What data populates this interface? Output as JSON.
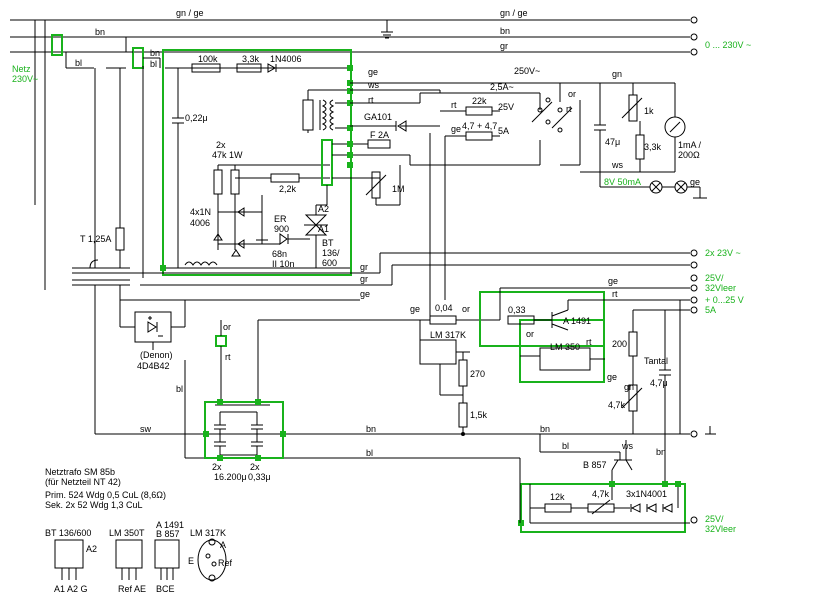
{
  "colors": {
    "wire": "#000000",
    "green": "#19b21c",
    "background": "#ffffff"
  },
  "mains": {
    "label_line1": "Netz",
    "label_line2": "230V~",
    "out_label": "0 ... 230V ~"
  },
  "wire_codes": {
    "gnge_left": "gn / ge",
    "gnge_right": "gn / ge",
    "bn_top": "bn",
    "bn_mid": "bn",
    "gr_top": "gr",
    "bl_left": "bl",
    "bl_sw": "bl",
    "ge_1": "ge",
    "ws_1": "ws",
    "rt_1": "rt",
    "gn_1": "gn",
    "gr_1": "gr",
    "gr_2": "gr",
    "ge_2": "ge",
    "ge_3": "ge",
    "ge_4": "ge",
    "rt_2": "rt",
    "or_1": "or",
    "or_2": "or",
    "rt_3": "rt",
    "or_3": "or",
    "rt_4": "rt",
    "ge_5": "ge",
    "gn_2": "gn",
    "gn_3": "gn",
    "ws_2": "ws",
    "bl_2": "bl",
    "bl_3": "bl",
    "sw_1": "sw",
    "bn_low": "bn",
    "bn_low2": "bn",
    "ws_3": "ws",
    "bn_right": "bn",
    "bl_4": "bl",
    "rt_5": "rt",
    "or_4": "or",
    "rt_6": "rt",
    "ge_6": "ge",
    "ge_7": "ge",
    "rt_7": "rt",
    "gn_4": "gn",
    "ws_4": "ws"
  },
  "components": {
    "r100k": "100k",
    "r3k3": "3,3k",
    "d1n4006": "1N4006",
    "c022": "0,22μ",
    "r47k_l1": "2x",
    "r47k_l2": "47k 1W",
    "r2k2": "2,2k",
    "pot1m": "1M",
    "diodes_l1": "4x1N",
    "diodes_l2": "4006",
    "er_l1": "ER",
    "er_l2": "900",
    "c68n_l1": "68n",
    "c68n_l2": "II 10n",
    "bt_a2": "A2",
    "bt_a1": "A1",
    "bt_l1": "BT",
    "bt_l2": "136/",
    "bt_l3": "600",
    "fuse_f2a": "F 2A",
    "ga101": "GA101",
    "sw_250v": "250V~",
    "sw_25a": "2,5A~",
    "sw_25v": "25V",
    "sw_5a": "5A",
    "r22k": "22k",
    "r47_47": "4,7 + 4,7",
    "c47u": "47μ",
    "r1k": "1k",
    "r3k3b": "3,3k",
    "meter_l1": "1mA /",
    "meter_l2": "200Ω",
    "lamp_label": "8V 50mA",
    "fuse_t": "T 1,25A",
    "denon_l1": "(Denon)",
    "denon_l2": "4D4B42",
    "r004": "0,04",
    "r033": "0,33",
    "a1491": "A 1491",
    "lm350": "LM 350",
    "lm317k": "LM 317K",
    "r270": "270",
    "r1k5": "1,5k",
    "r200": "200",
    "tantal_l1": "Tantal",
    "tantal_l2": "4,7μ",
    "pot47k": "4,7k",
    "caps_l1": "2x",
    "caps_l2": "16.200μ",
    "caps_r1": "2x",
    "caps_r2": "0,33μ",
    "b857": "B 857",
    "r12k": "12k",
    "pot47k2": "4,7k",
    "d1n4001": "3x1N4001"
  },
  "outputs": {
    "ac23": "2x 23V ~",
    "dc25a": "25V/",
    "dc25b": "32Vleer",
    "reg_a": "+ 0...25 V",
    "reg_b": "5A",
    "out25a": "25V/",
    "out25b": "32Vleer"
  },
  "notes": {
    "line1": "Netztrafo SM 85b",
    "line2": "(für Netzteil NT 42)",
    "line3": "Prim. 524 Wdg 0,5 CuL (8,6Ω)",
    "line4": "Sek. 2x 52 Wdg 1,3 CuL"
  },
  "pinouts": {
    "bt_title": "BT 136/600",
    "bt_pins": "A1 A2 G",
    "bt_side": "A2",
    "lm350_title": "LM 350T",
    "lm350_pins": "Ref AE",
    "b857_title1": "A 1491",
    "b857_title2": "B 857",
    "b857_pins": "BCE",
    "lm317_title": "LM 317K",
    "lm317_a": "A",
    "lm317_e": "E",
    "lm317_ref": "Ref"
  },
  "terminals": {
    "ground_symbol": "ground-icon"
  }
}
